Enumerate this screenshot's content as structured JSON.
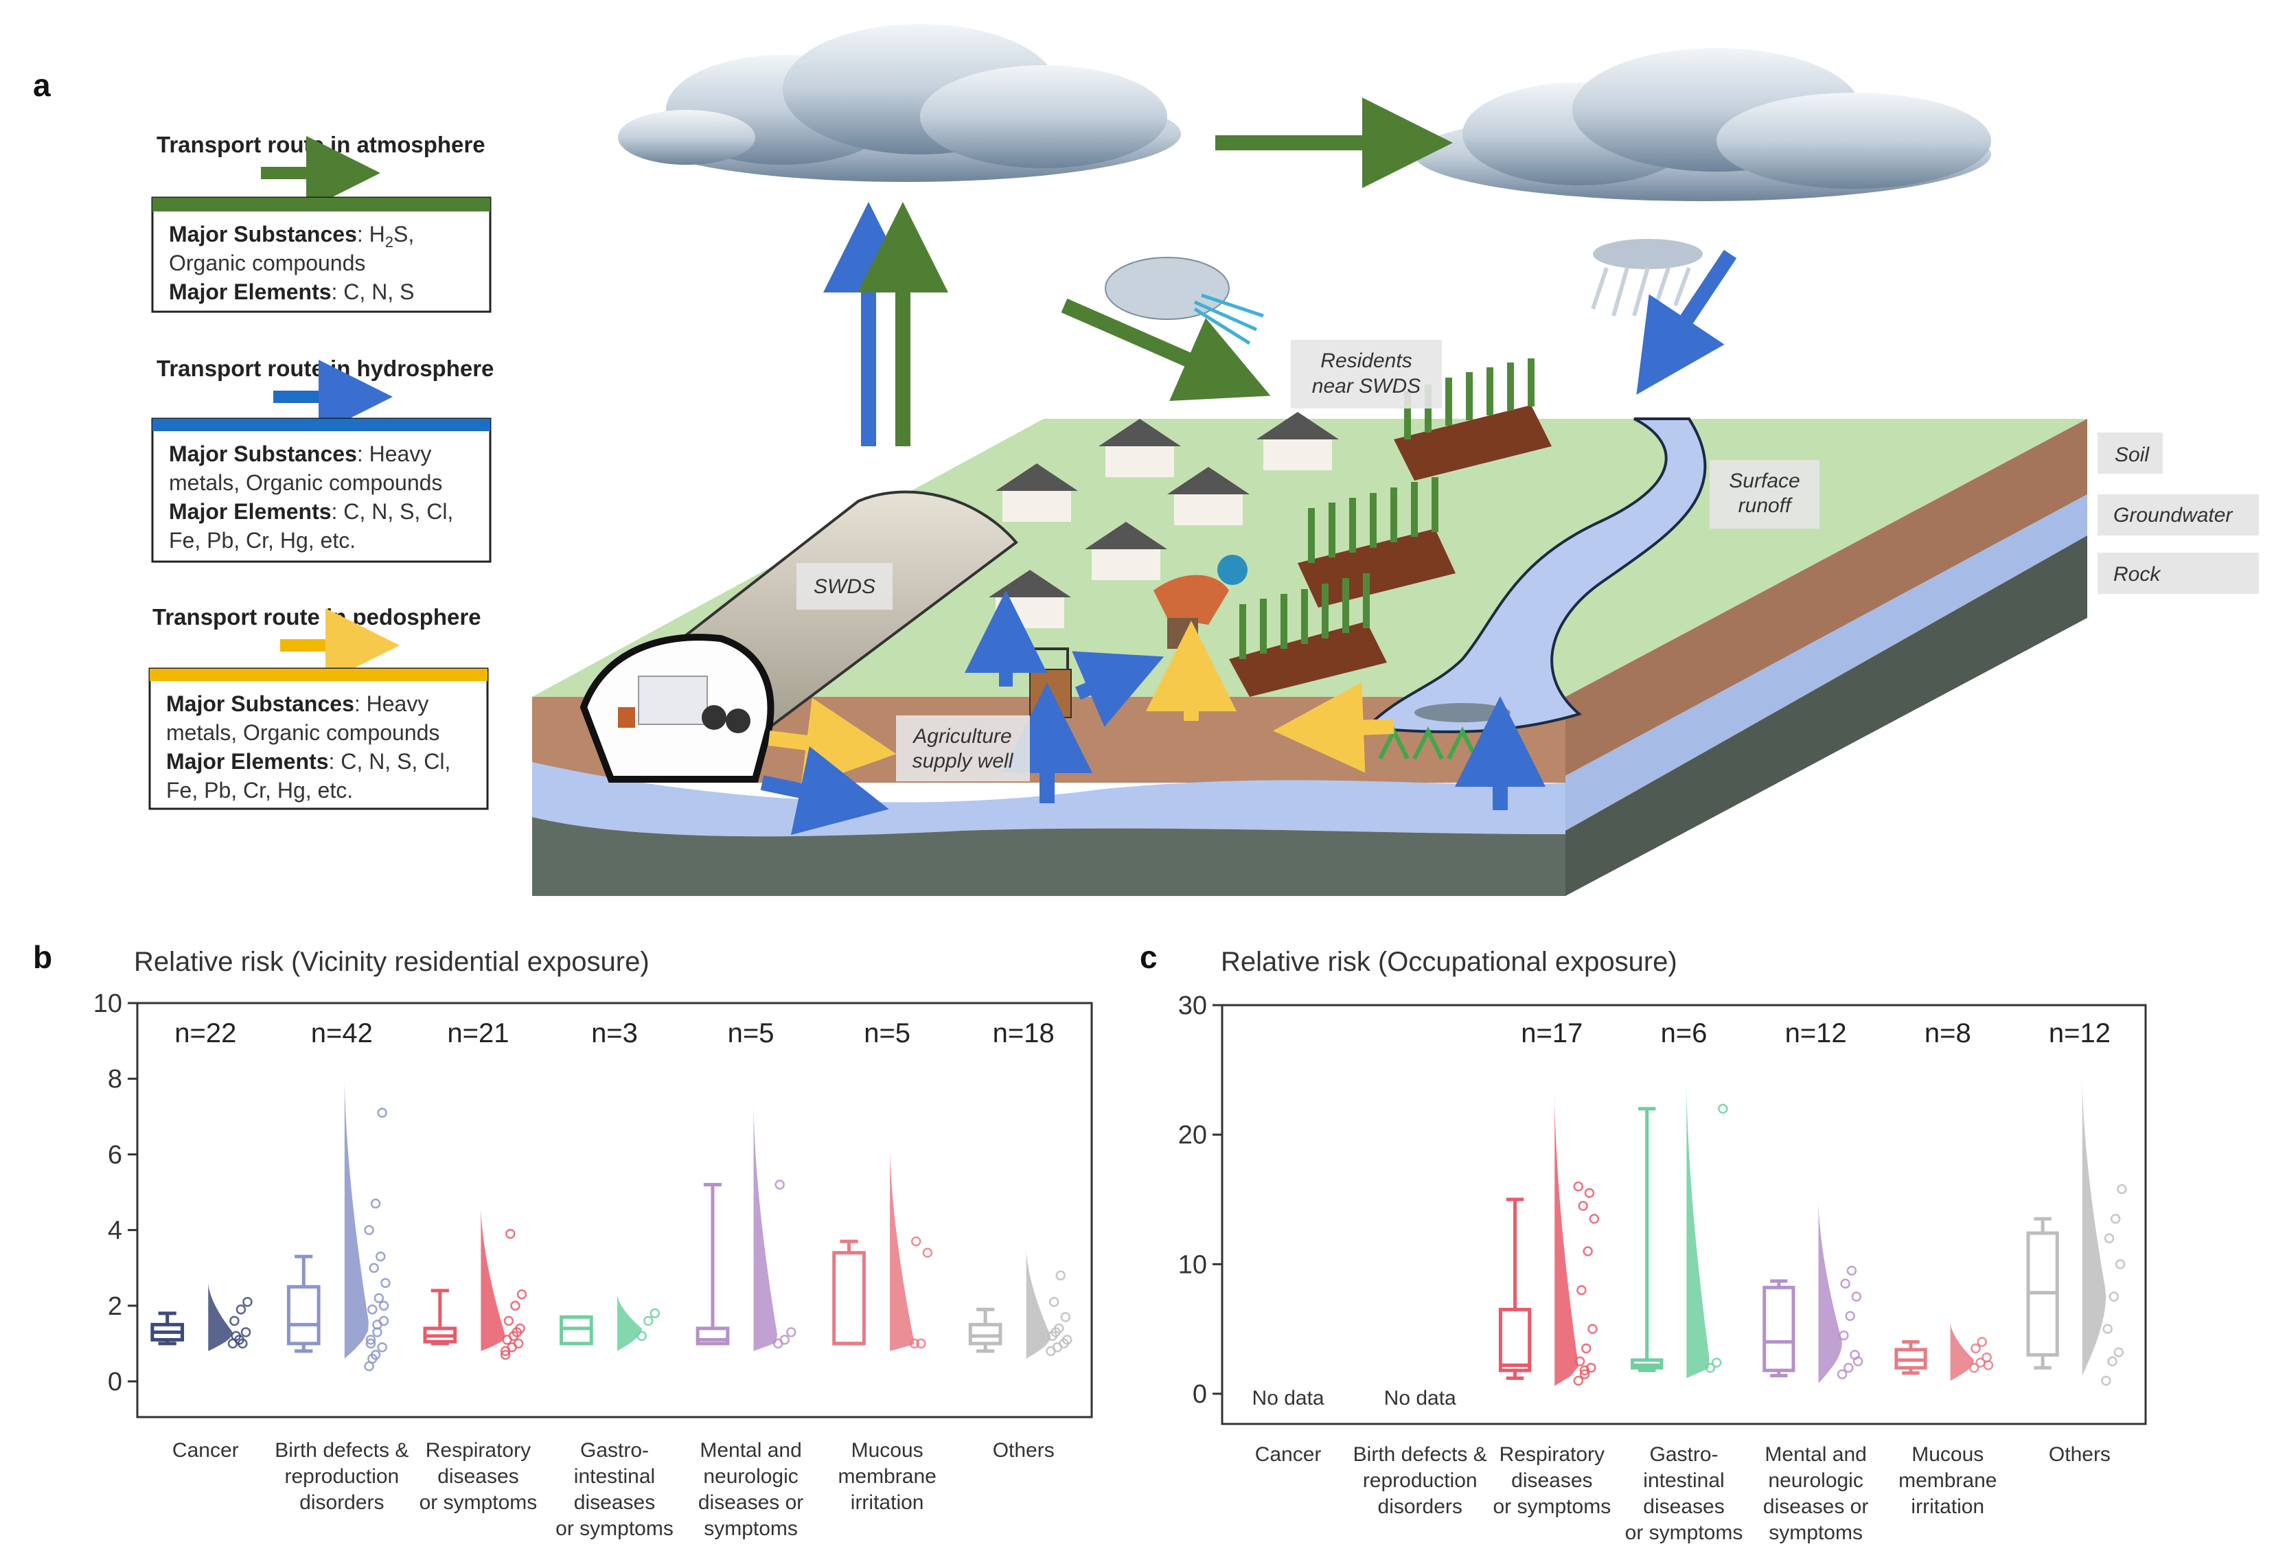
{
  "panel_labels": {
    "a": "a",
    "b": "b",
    "c": "c"
  },
  "legend": {
    "atmosphere": {
      "title": "Transport route in atmosphere",
      "color": "#4f7f33",
      "line1_bold": "Major Substances",
      "line1_rest": ": H",
      "line1_sub": "2",
      "line1_end": "S,",
      "line2": "Organic compounds",
      "line3_bold": "Major Elements",
      "line3_rest": ": C, N, S"
    },
    "hydrosphere": {
      "title": "Transport route in hydrosphere",
      "color": "#1c6fc4",
      "line1_bold": "Major Substances",
      "line1_rest": ": Heavy",
      "line2": "metals, Organic compounds",
      "line3_bold": "Major Elements",
      "line3_rest": ": C, N, S, Cl,",
      "line4": "Fe, Pb, Cr, Hg, etc."
    },
    "pedosphere": {
      "title": "Transport route in pedosphere",
      "color": "#f2b800",
      "line1_bold": "Major Substances",
      "line1_rest": ": Heavy",
      "line2": "metals, Organic compounds",
      "line3_bold": "Major Elements",
      "line3_rest": ": C, N, S, Cl,",
      "line4": "Fe, Pb, Cr, Hg, etc."
    }
  },
  "scene_labels": {
    "swds": "SWDS",
    "residents_1": "Residents",
    "residents_2": "near SWDS",
    "surface_1": "Surface",
    "surface_2": "runoff",
    "well_1": "Agriculture",
    "well_2": "supply well",
    "soil": "Soil",
    "groundwater": "Groundwater",
    "rock": "Rock"
  },
  "colors": {
    "green_arrow": "#4f7f33",
    "blue_arrow": "#3a6fd0",
    "yellow_arrow": "#f7c94a",
    "grass": "#c3e0b0",
    "soil": "#b9876a",
    "groundwater": "#b4c7ef",
    "rock": "#5f6c63"
  },
  "chart_data": [
    {
      "type": "box-violin",
      "title": "Relative risk (Vicinity residential exposure)",
      "ylim": [
        0,
        10
      ],
      "yticks": [
        "0",
        "2",
        "4",
        "6",
        "8",
        "10"
      ],
      "grid": false,
      "categories": [
        {
          "label": [
            "Cancer"
          ],
          "n": "n=22",
          "color": "#3d4a7a",
          "box": [
            1.0,
            1.1,
            1.3,
            1.5,
            1.8
          ],
          "violin_max": 2.6,
          "points": [
            1.0,
            1.1,
            1.3,
            1.6,
            1.9,
            2.1,
            1.2,
            1.0
          ]
        },
        {
          "label": [
            "Birth defects &",
            "reproduction",
            "disorders"
          ],
          "n": "n=42",
          "color": "#8a95c9",
          "box": [
            0.8,
            1.0,
            1.5,
            2.5,
            3.3
          ],
          "violin_max": 8.0,
          "points": [
            0.4,
            0.7,
            0.9,
            1.1,
            1.3,
            1.6,
            1.9,
            2.2,
            2.6,
            3.0,
            3.3,
            4.0,
            4.7,
            7.1,
            1.0,
            1.5,
            2.0,
            0.6
          ]
        },
        {
          "label": [
            "Respiratory",
            "diseases",
            "or symptoms"
          ],
          "n": "n=21",
          "color": "#e85a6a",
          "box": [
            1.0,
            1.05,
            1.2,
            1.4,
            2.4
          ],
          "violin_max": 4.6,
          "points": [
            0.7,
            0.9,
            1.0,
            1.1,
            1.2,
            1.4,
            1.6,
            2.0,
            2.3,
            3.9,
            1.3,
            0.8
          ]
        },
        {
          "label": [
            "Gastro-",
            "intestinal",
            "diseases",
            "or symptoms"
          ],
          "n": "n=3",
          "color": "#6fcf9f",
          "box": [
            1.0,
            1.0,
            1.4,
            1.7,
            1.7
          ],
          "violin_max": 2.3,
          "points": [
            1.2,
            1.6,
            1.8
          ]
        },
        {
          "label": [
            "Mental and",
            "neurologic",
            "diseases or",
            "symptoms"
          ],
          "n": "n=5",
          "color": "#b690c9",
          "box": [
            1.0,
            1.0,
            1.1,
            1.4,
            5.2
          ],
          "violin_max": 7.3,
          "points": [
            1.0,
            1.1,
            1.3,
            5.2
          ]
        },
        {
          "label": [
            "Mucous",
            "membrane",
            "irritation"
          ],
          "n": "n=5",
          "color": "#e87a84",
          "box": [
            1.0,
            1.0,
            1.0,
            3.4,
            3.7
          ],
          "violin_max": 6.2,
          "points": [
            1.0,
            1.0,
            3.4,
            3.7
          ]
        },
        {
          "label": [
            "Others"
          ],
          "n": "n=18",
          "color": "#bdbdbd",
          "box": [
            0.8,
            1.0,
            1.2,
            1.5,
            1.9
          ],
          "violin_max": 3.5,
          "points": [
            0.8,
            0.9,
            1.0,
            1.2,
            1.4,
            1.7,
            2.1,
            2.8,
            1.1,
            1.3
          ]
        }
      ]
    },
    {
      "type": "box-violin",
      "title": "Relative risk (Occupational exposure)",
      "ylim": [
        0,
        30
      ],
      "yticks": [
        "0",
        "10",
        "20",
        "30"
      ],
      "grid": false,
      "no_data_label": "No data",
      "categories": [
        {
          "label": [
            "Cancer"
          ],
          "n": "",
          "color": "#3d4a7a",
          "no_data": true
        },
        {
          "label": [
            "Birth defects &",
            "reproduction",
            "disorders"
          ],
          "n": "",
          "color": "#8a95c9",
          "no_data": true
        },
        {
          "label": [
            "Respiratory",
            "diseases",
            "or symptoms"
          ],
          "n": "n=17",
          "color": "#e85a6a",
          "box": [
            1.2,
            1.8,
            2.2,
            6.5,
            15.0
          ],
          "violin_max": 23.0,
          "points": [
            1.0,
            1.5,
            2.0,
            2.5,
            3.5,
            5.0,
            8.0,
            11.0,
            13.5,
            14.5,
            15.5,
            16.0,
            1.8
          ]
        },
        {
          "label": [
            "Gastro-",
            "intestinal",
            "diseases",
            "or symptoms"
          ],
          "n": "n=6",
          "color": "#6fcf9f",
          "box": [
            1.8,
            2.0,
            2.2,
            2.6,
            22.0
          ],
          "violin_max": 24.0,
          "points": [
            2.0,
            2.4,
            22.0
          ]
        },
        {
          "label": [
            "Mental and",
            "neurologic",
            "diseases or",
            "symptoms"
          ],
          "n": "n=12",
          "color": "#b690c9",
          "box": [
            1.4,
            1.8,
            4.0,
            8.2,
            8.7
          ],
          "violin_max": 14.8,
          "points": [
            1.5,
            2.0,
            3.0,
            4.5,
            6.0,
            7.5,
            8.5,
            9.5,
            2.5
          ]
        },
        {
          "label": [
            "Mucous",
            "membrane",
            "irritation"
          ],
          "n": "n=8",
          "color": "#e87a84",
          "box": [
            1.6,
            2.0,
            2.6,
            3.4,
            4.0
          ],
          "violin_max": 5.5,
          "points": [
            2.0,
            2.4,
            2.8,
            3.5,
            4.0,
            2.2
          ]
        },
        {
          "label": [
            "Others"
          ],
          "n": "n=12",
          "color": "#bdbdbd",
          "box": [
            2.0,
            3.0,
            7.8,
            12.4,
            13.5
          ],
          "violin_max": 24.2,
          "points": [
            1.0,
            2.5,
            3.2,
            5.0,
            7.5,
            10.0,
            12.0,
            13.5,
            15.8
          ]
        }
      ]
    }
  ]
}
